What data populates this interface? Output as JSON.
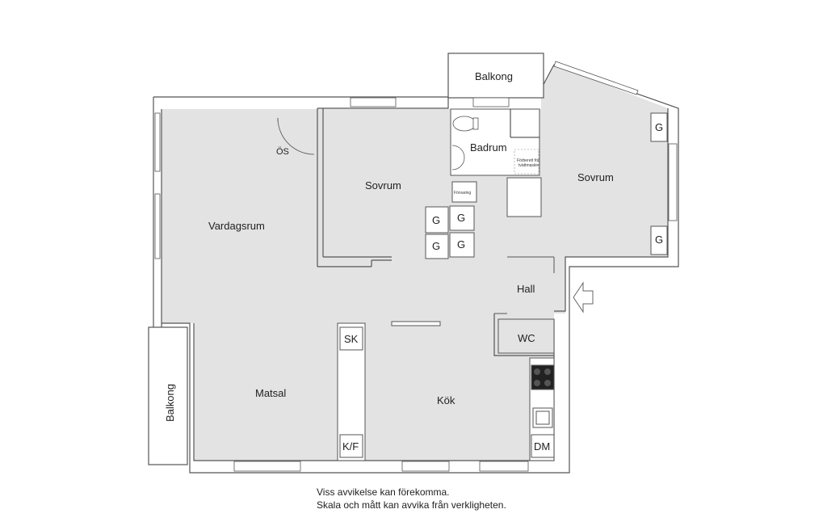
{
  "rooms": {
    "vardagsrum": "Vardagsrum",
    "sovrum_left": "Sovrum",
    "sovrum_right": "Sovrum",
    "badrum": "Badrum",
    "hall": "Hall",
    "wc": "WC",
    "matsal": "Matsal",
    "kok": "Kök",
    "balkong_top": "Balkong",
    "balkong_left": "Balkong"
  },
  "labels": {
    "os": "ÖS",
    "forvaring": "Förvaring",
    "forberett_1": "Förberett för",
    "forberett_2": "tvättmaskin",
    "g": "G",
    "sk": "SK",
    "kf": "K/F",
    "dm": "DM"
  },
  "colors": {
    "floor": "#e3e3e3",
    "wall": "#555555",
    "background": "#ffffff"
  },
  "disclaimer": {
    "line1": "Viss avvikelse kan förekomma.",
    "line2": "Skala och mått kan avvika från verkligheten."
  }
}
